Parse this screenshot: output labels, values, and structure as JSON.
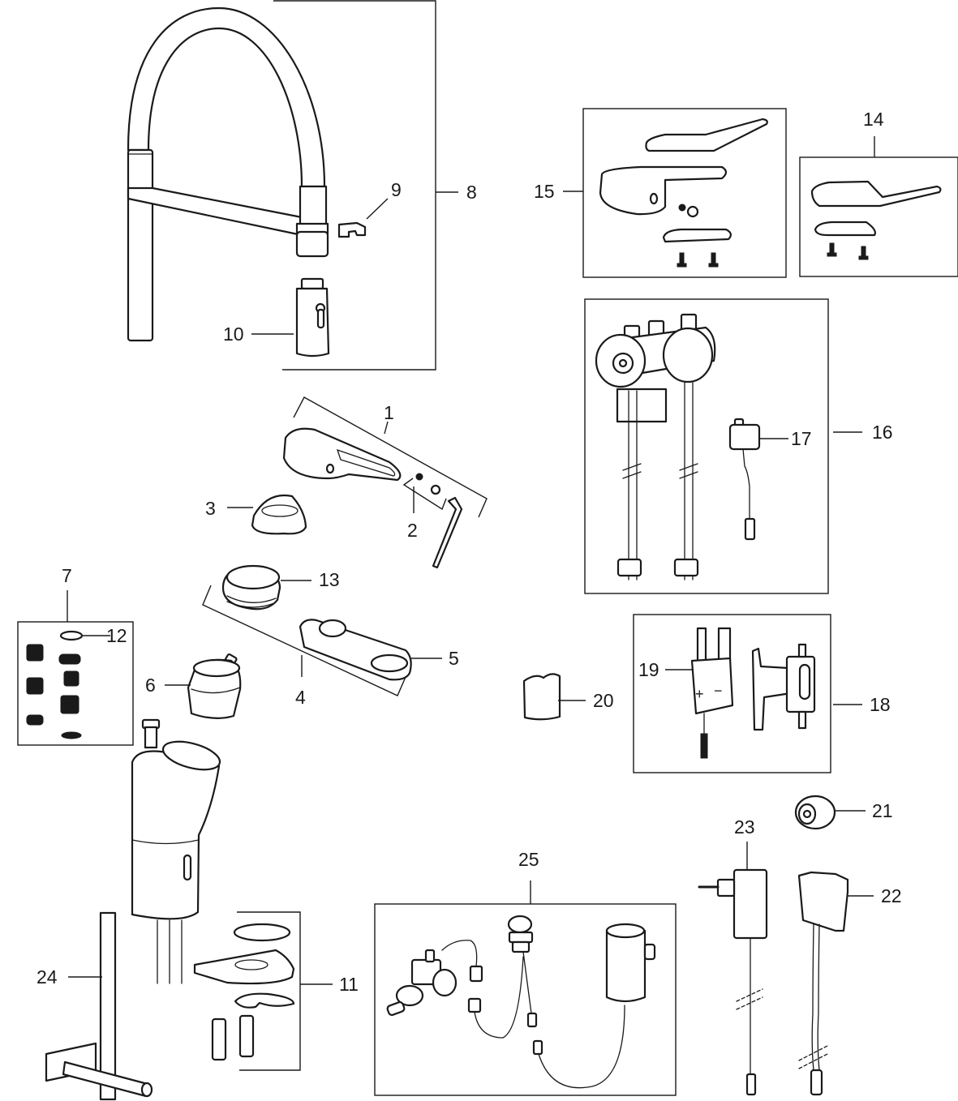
{
  "diagram": {
    "type": "exploded-parts-diagram",
    "subject": "kitchen faucet spare parts",
    "colors": {
      "line": "#1a1a1a",
      "background": "#ffffff"
    },
    "callouts": [
      {
        "id": "1",
        "label": "1",
        "part": "lever handle set"
      },
      {
        "id": "2",
        "label": "2",
        "part": "handle fixing screw kit"
      },
      {
        "id": "3",
        "label": "3",
        "part": "cartridge cover cap"
      },
      {
        "id": "4",
        "label": "4",
        "part": "aerator set"
      },
      {
        "id": "5",
        "label": "5",
        "part": "aerator key"
      },
      {
        "id": "6",
        "label": "6",
        "part": "ceramic cartridge"
      },
      {
        "id": "7",
        "label": "7",
        "part": "clip and seal kit"
      },
      {
        "id": "8",
        "label": "8",
        "part": "spout assembly"
      },
      {
        "id": "9",
        "label": "9",
        "part": "spray head holder clip"
      },
      {
        "id": "10",
        "label": "10",
        "part": "pull-down spray head"
      },
      {
        "id": "11",
        "label": "11",
        "part": "mounting kit"
      },
      {
        "id": "12",
        "label": "12",
        "part": "o-ring"
      },
      {
        "id": "13",
        "label": "13",
        "part": "aerator"
      },
      {
        "id": "14",
        "label": "14",
        "part": "lever kit"
      },
      {
        "id": "15",
        "label": "15",
        "part": "handle kit"
      },
      {
        "id": "16",
        "label": "16",
        "part": "mixing block with hoses"
      },
      {
        "id": "17",
        "label": "17",
        "part": "sensor"
      },
      {
        "id": "18",
        "label": "18",
        "part": "battery holder set"
      },
      {
        "id": "19",
        "label": "19",
        "part": "battery box"
      },
      {
        "id": "20",
        "label": "20",
        "part": "battery"
      },
      {
        "id": "21",
        "label": "21",
        "part": "cable gland"
      },
      {
        "id": "22",
        "label": "22",
        "part": "battery case with cable"
      },
      {
        "id": "23",
        "label": "23",
        "part": "power adapter"
      },
      {
        "id": "24",
        "label": "24",
        "part": "mounting rod"
      },
      {
        "id": "25",
        "label": "25",
        "part": "solenoid valve kit"
      }
    ]
  }
}
